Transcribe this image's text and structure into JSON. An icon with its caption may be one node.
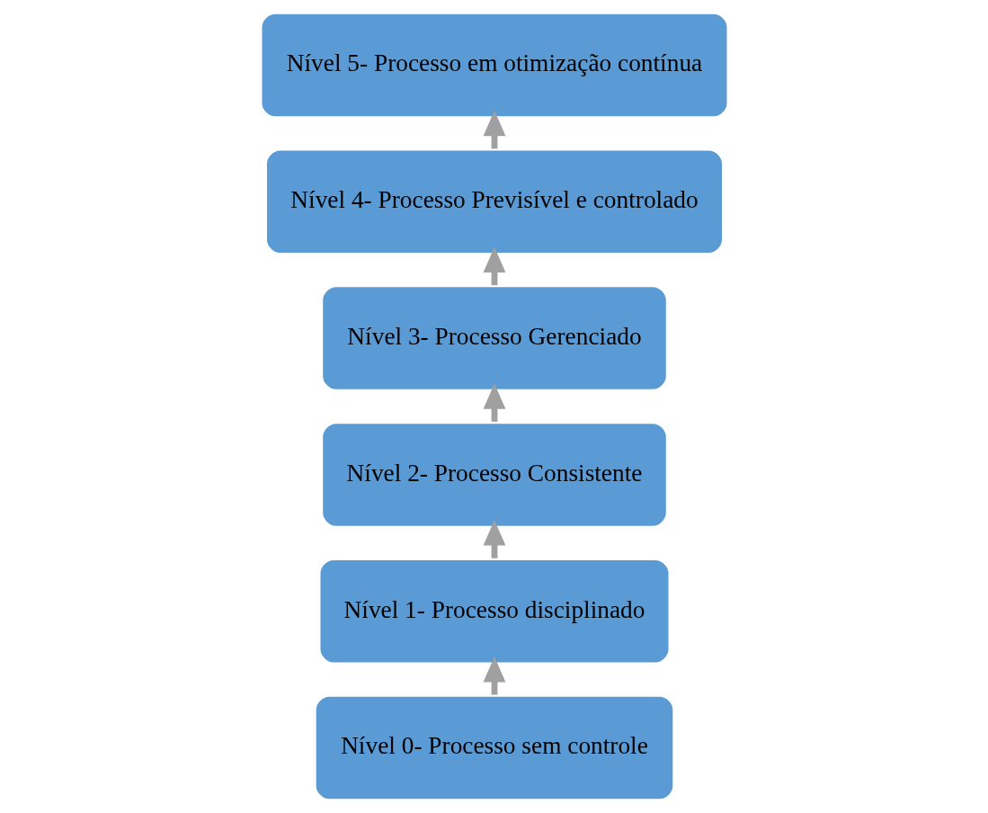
{
  "diagram": {
    "nodes": [
      {
        "text": [
          "Nível 0- Processo sem controle"
        ]
      },
      {
        "text": [
          "Nível 1- Processo disciplinado"
        ]
      },
      {
        "text": [
          "Nível 2- Processo Consistente"
        ]
      },
      {
        "text": [
          "Nível 3- Processo Gerenciado"
        ]
      },
      {
        "text": [
          "Nível 4- Processo Previsível e controlado"
        ]
      },
      {
        "text": [
          "Nível 5- Processo em otimização contínua"
        ]
      }
    ],
    "edges": [
      {
        "from": 0,
        "to": 1,
        "arrow": "to"
      },
      {
        "from": 1,
        "to": 2,
        "arrow": "to"
      },
      {
        "from": 2,
        "to": 3,
        "arrow": "to"
      },
      {
        "from": 3,
        "to": 4,
        "arrow": "to"
      },
      {
        "from": 4,
        "to": 5,
        "arrow": "to"
      }
    ]
  }
}
